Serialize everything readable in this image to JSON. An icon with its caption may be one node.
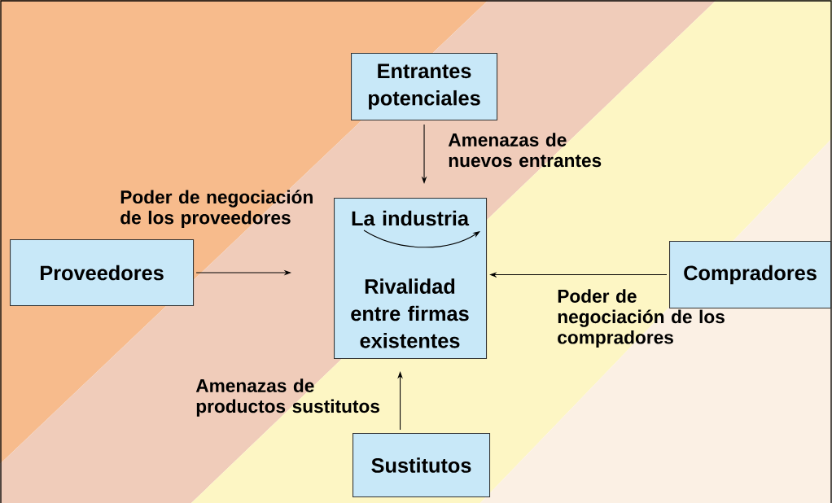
{
  "diagram": {
    "nodes": [
      {
        "text": [
          "Entrantes potenciales"
        ]
      },
      {
        "text": [
          "La industria",
          "Rivalidad entre firmas existentes"
        ]
      },
      {
        "text": [
          "Proveedores"
        ]
      },
      {
        "text": [
          "Compradores"
        ]
      },
      {
        "text": [
          "Sustitutos"
        ]
      }
    ],
    "edges": [
      {
        "from": 0,
        "to": 1,
        "arrow": "to",
        "label": "Amenazas de nuevos entrantes"
      },
      {
        "from": 2,
        "to": 1,
        "arrow": "to",
        "label": "Poder de negociación de los proveedores"
      },
      {
        "from": 3,
        "to": 1,
        "arrow": "to",
        "label": "Poder de negociación de los compradores"
      },
      {
        "from": 4,
        "to": 1,
        "arrow": "to",
        "label": "Amenazas de productos sustitutos"
      }
    ]
  }
}
